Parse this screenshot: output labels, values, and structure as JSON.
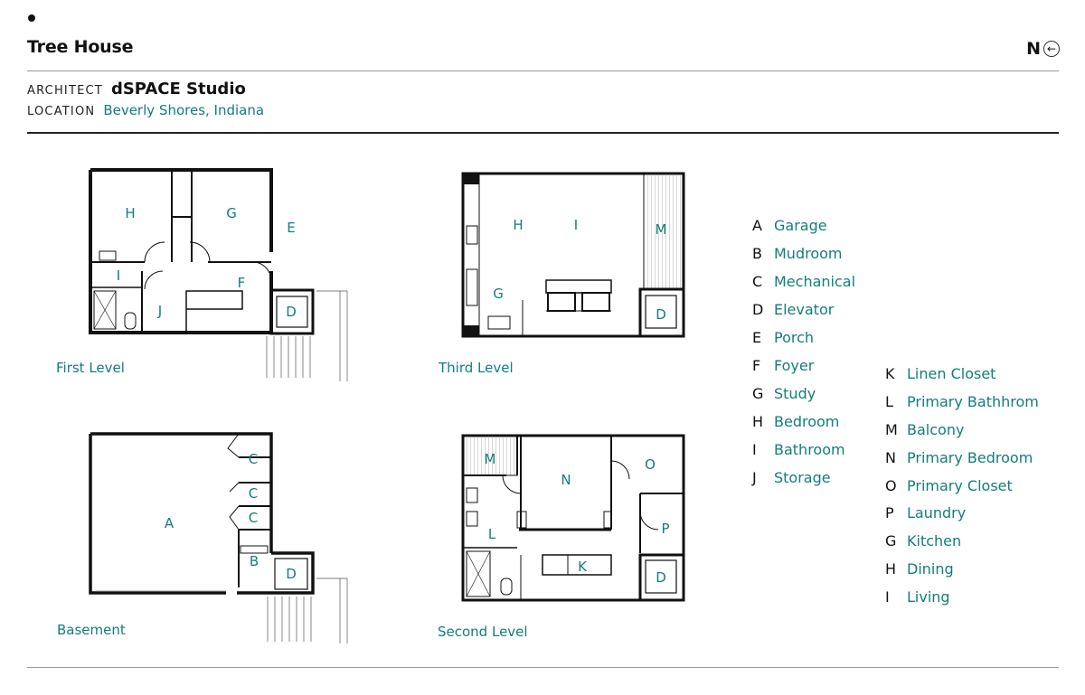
{
  "header": {
    "title": "Tree House",
    "north_letter": "N",
    "north_icon": "compass-arrow-icon"
  },
  "meta": {
    "architect_key": "ARCHITECT",
    "architect_value": "dSPACE Studio",
    "location_key": "LOCATION",
    "location_value": "Beverly Shores, Indiana"
  },
  "plans": {
    "first": "First Level",
    "third": "Third Level",
    "basement": "Basement",
    "second": "Second Level"
  },
  "room_labels": {
    "first": {
      "h": "H",
      "g": "G",
      "e": "E",
      "i": "I",
      "j": "J",
      "f": "F",
      "d": "D"
    },
    "third": {
      "h": "H",
      "i": "I",
      "m": "M",
      "g": "G",
      "d": "D"
    },
    "basement": {
      "a": "A",
      "c1": "C",
      "c2": "C",
      "c3": "C",
      "b": "B",
      "d": "D"
    },
    "second": {
      "m": "M",
      "n": "N",
      "o": "O",
      "l": "L",
      "p": "P",
      "k": "K",
      "d": "D"
    }
  },
  "legend_left": [
    {
      "letter": "A",
      "name": "Garage"
    },
    {
      "letter": "B",
      "name": "Mudroom"
    },
    {
      "letter": "C",
      "name": "Mechanical"
    },
    {
      "letter": "D",
      "name": "Elevator"
    },
    {
      "letter": "E",
      "name": "Porch"
    },
    {
      "letter": "F",
      "name": "Foyer"
    },
    {
      "letter": "G",
      "name": "Study"
    },
    {
      "letter": "H",
      "name": "Bedroom"
    },
    {
      "letter": "I",
      "name": "Bathroom"
    },
    {
      "letter": "J",
      "name": "Storage"
    }
  ],
  "legend_right": [
    {
      "letter": "K",
      "name": "Linen Closet"
    },
    {
      "letter": "L",
      "name": "Primary Bathhrom"
    },
    {
      "letter": "M",
      "name": "Balcony"
    },
    {
      "letter": "N",
      "name": "Primary Bedroom"
    },
    {
      "letter": "O",
      "name": "Primary Closet"
    },
    {
      "letter": "P",
      "name": "Laundry"
    },
    {
      "letter": "G",
      "name": "Kitchen"
    },
    {
      "letter": "H",
      "name": "Dining"
    },
    {
      "letter": "I",
      "name": "Living"
    }
  ],
  "colors": {
    "accent": "#137d7a",
    "ink": "#111111",
    "rule": "#9a9a9a"
  }
}
